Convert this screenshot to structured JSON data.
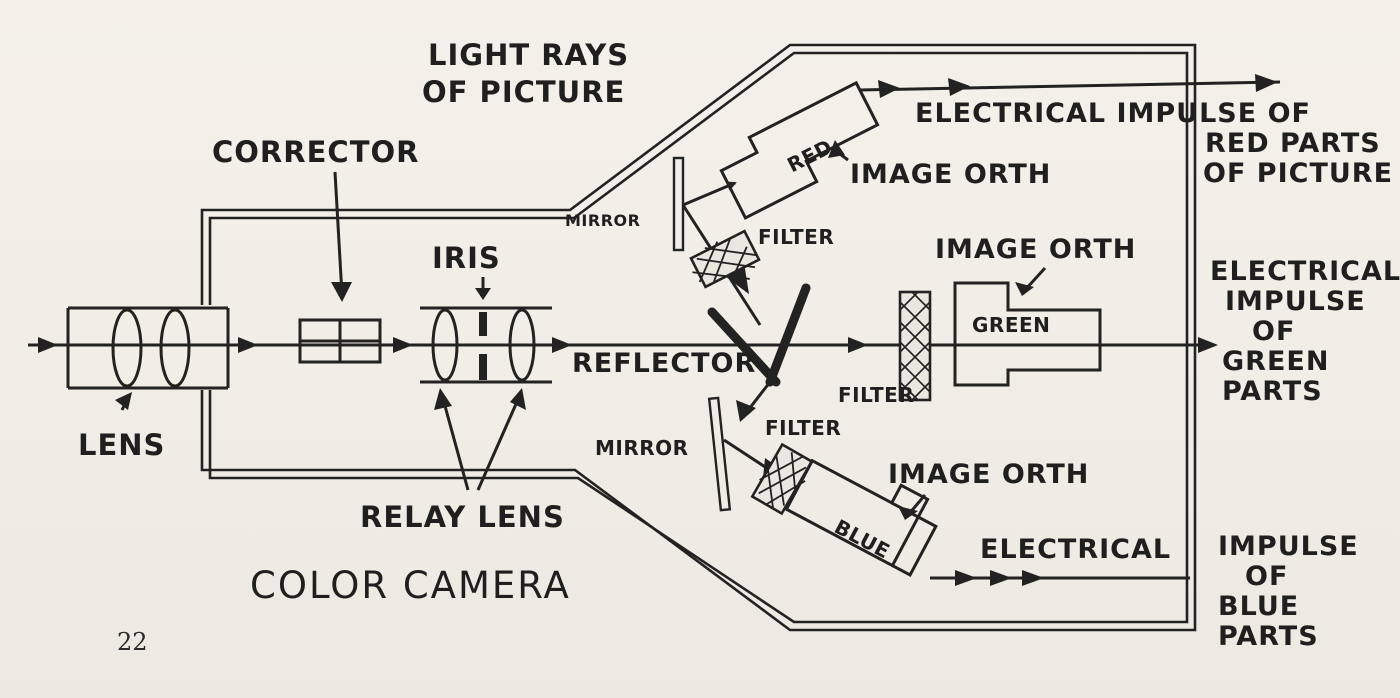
{
  "page_number": "22",
  "caption": "COLOR CAMERA",
  "labels": {
    "light_rays_line1": "LIGHT RAYS",
    "light_rays_line2": "OF PICTURE",
    "corrector": "CORRECTOR",
    "iris": "IRIS",
    "lens": "LENS",
    "relay_lens": "RELAY LENS",
    "reflector": "REFLECTOR",
    "mirror_top": "MIRROR",
    "mirror_bottom": "MIRROR",
    "filter_top": "FILTER",
    "filter_mid": "FILTER",
    "filter_bottom": "FILTER",
    "image_orth_red": "IMAGE ORTH",
    "image_orth_green": "IMAGE ORTH",
    "image_orth_blue": "IMAGE ORTH",
    "tube_red": "RED",
    "tube_green": "GREEN",
    "tube_blue": "BLUE",
    "out_red_line1": "ELECTRICAL IMPULSE OF",
    "out_red_line2": "RED PARTS",
    "out_red_line3": "OF PICTURE",
    "out_green_line1": "ELECTRICAL",
    "out_green_line2": "IMPULSE",
    "out_green_line3": "OF",
    "out_green_line4": "GREEN",
    "out_green_line5": "PARTS",
    "out_blue_line1": "ELECTRICAL",
    "out_blue_line2": "IMPULSE",
    "out_blue_line3": "OF",
    "out_blue_line4": "BLUE",
    "out_blue_line5": "PARTS"
  }
}
